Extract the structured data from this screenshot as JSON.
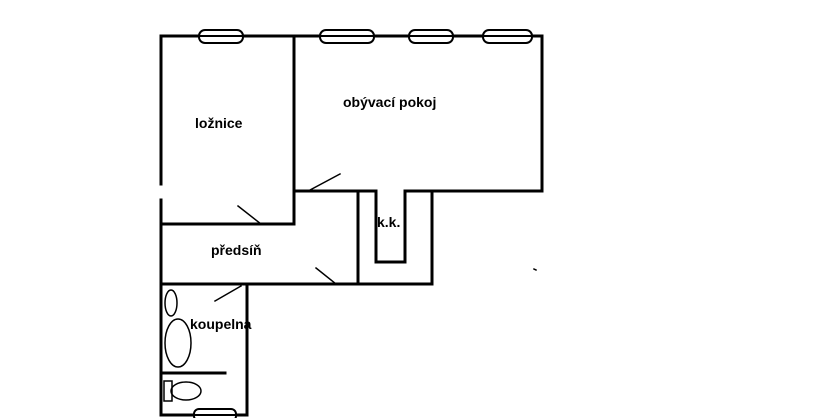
{
  "rooms": {
    "loznice": "ložnice",
    "obyvaci_pokoj": "obývací pokoj",
    "kk": "k.k.",
    "predsin": "předsíň",
    "koupelna": "koupelna"
  },
  "colors": {
    "wall": "#000000",
    "background": "#ffffff"
  }
}
